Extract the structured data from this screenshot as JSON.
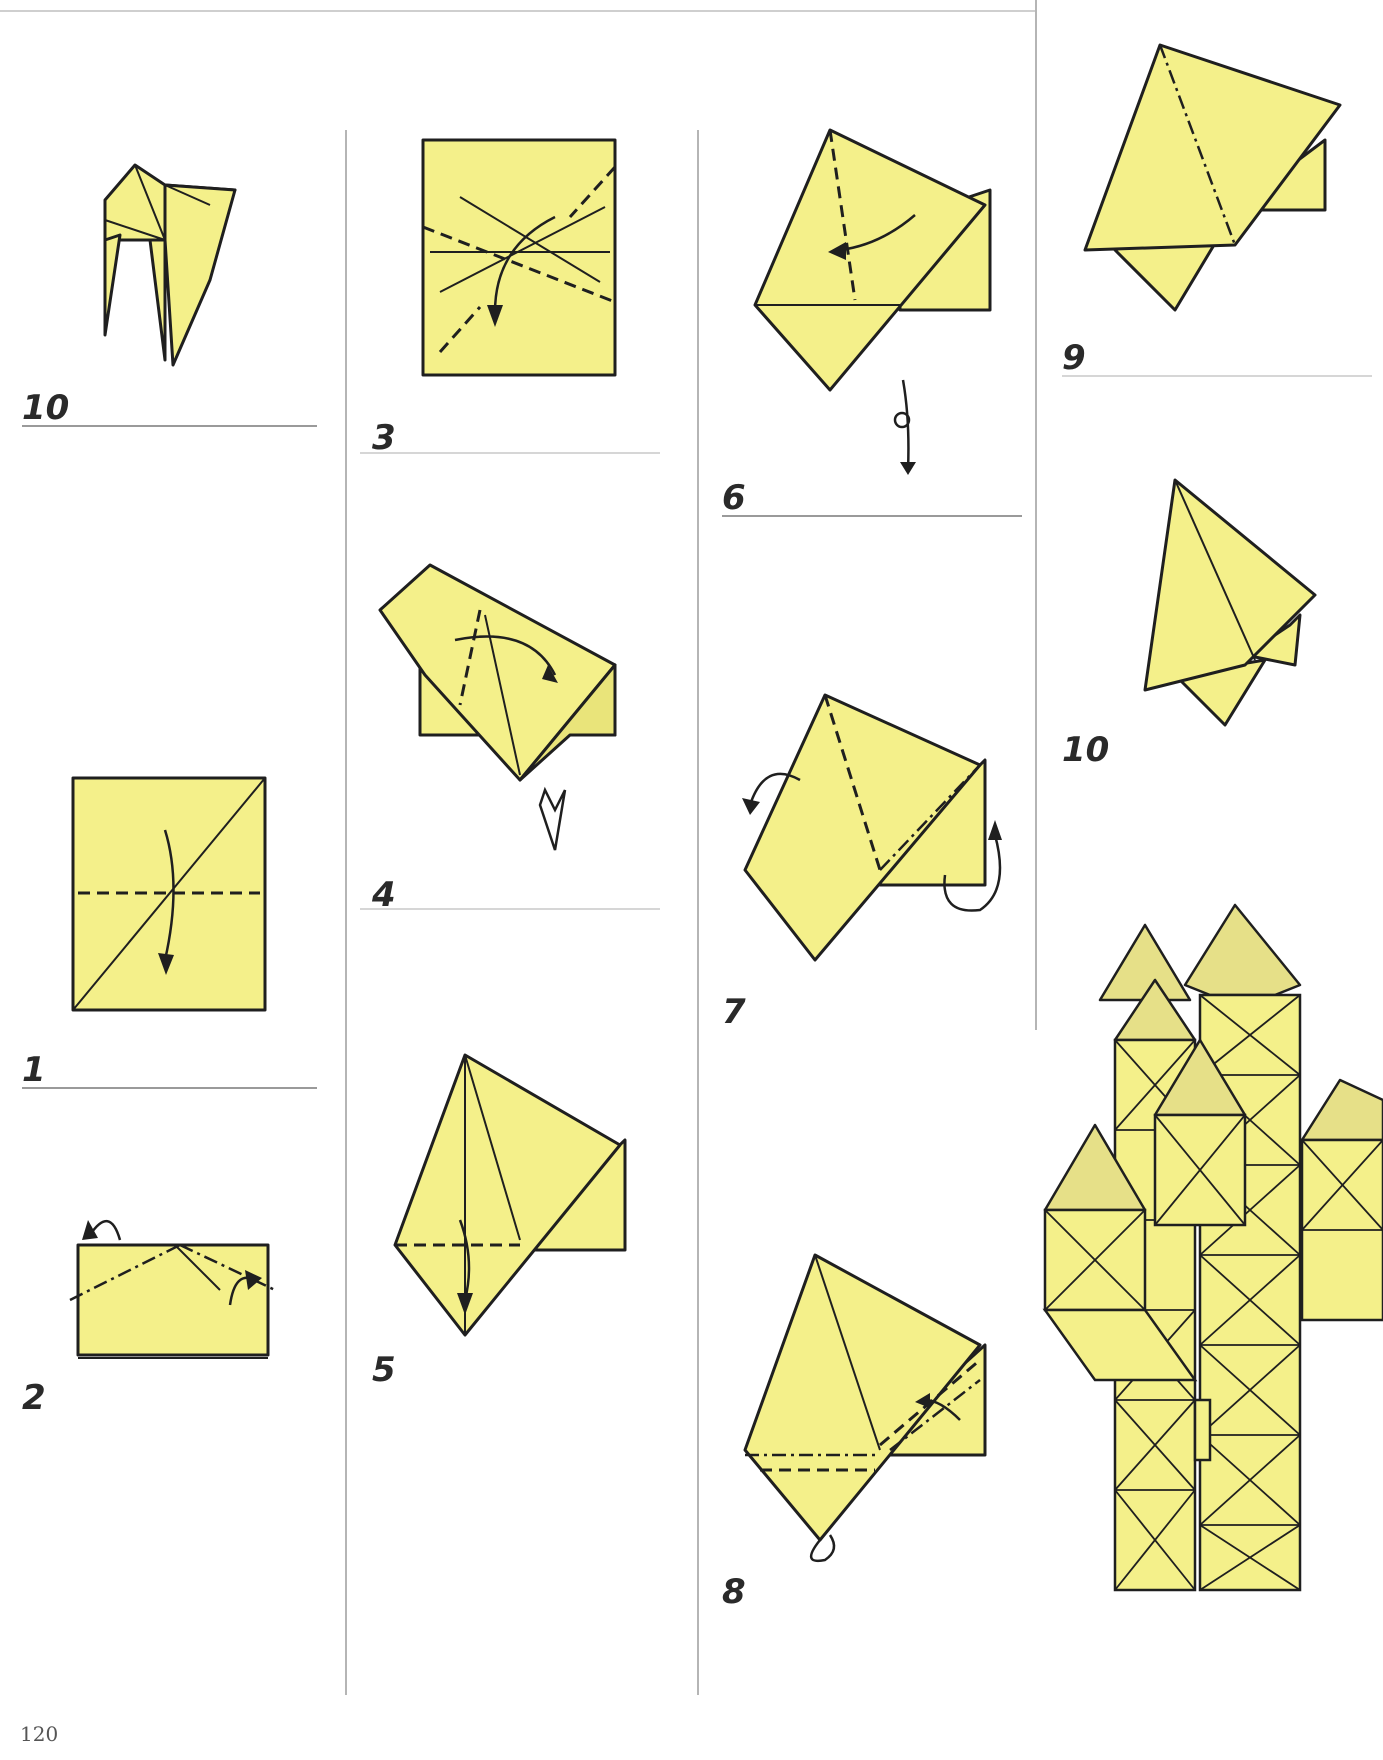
{
  "steps": [
    {
      "id": "step-10-left",
      "number": "10"
    },
    {
      "id": "step-1",
      "number": "1"
    },
    {
      "id": "step-2",
      "number": "2"
    },
    {
      "id": "step-3",
      "number": "3"
    },
    {
      "id": "step-4",
      "number": "4"
    },
    {
      "id": "step-5",
      "number": "5"
    },
    {
      "id": "step-6",
      "number": "6"
    },
    {
      "id": "step-7",
      "number": "7"
    },
    {
      "id": "step-8",
      "number": "8"
    },
    {
      "id": "step-9",
      "number": "9"
    },
    {
      "id": "step-10-right",
      "number": "10"
    }
  ],
  "page": {
    "number": "120"
  },
  "colors": {
    "paper": "#f4f08a",
    "line": "#1f1f1f",
    "rule": "#9a9a9a"
  }
}
